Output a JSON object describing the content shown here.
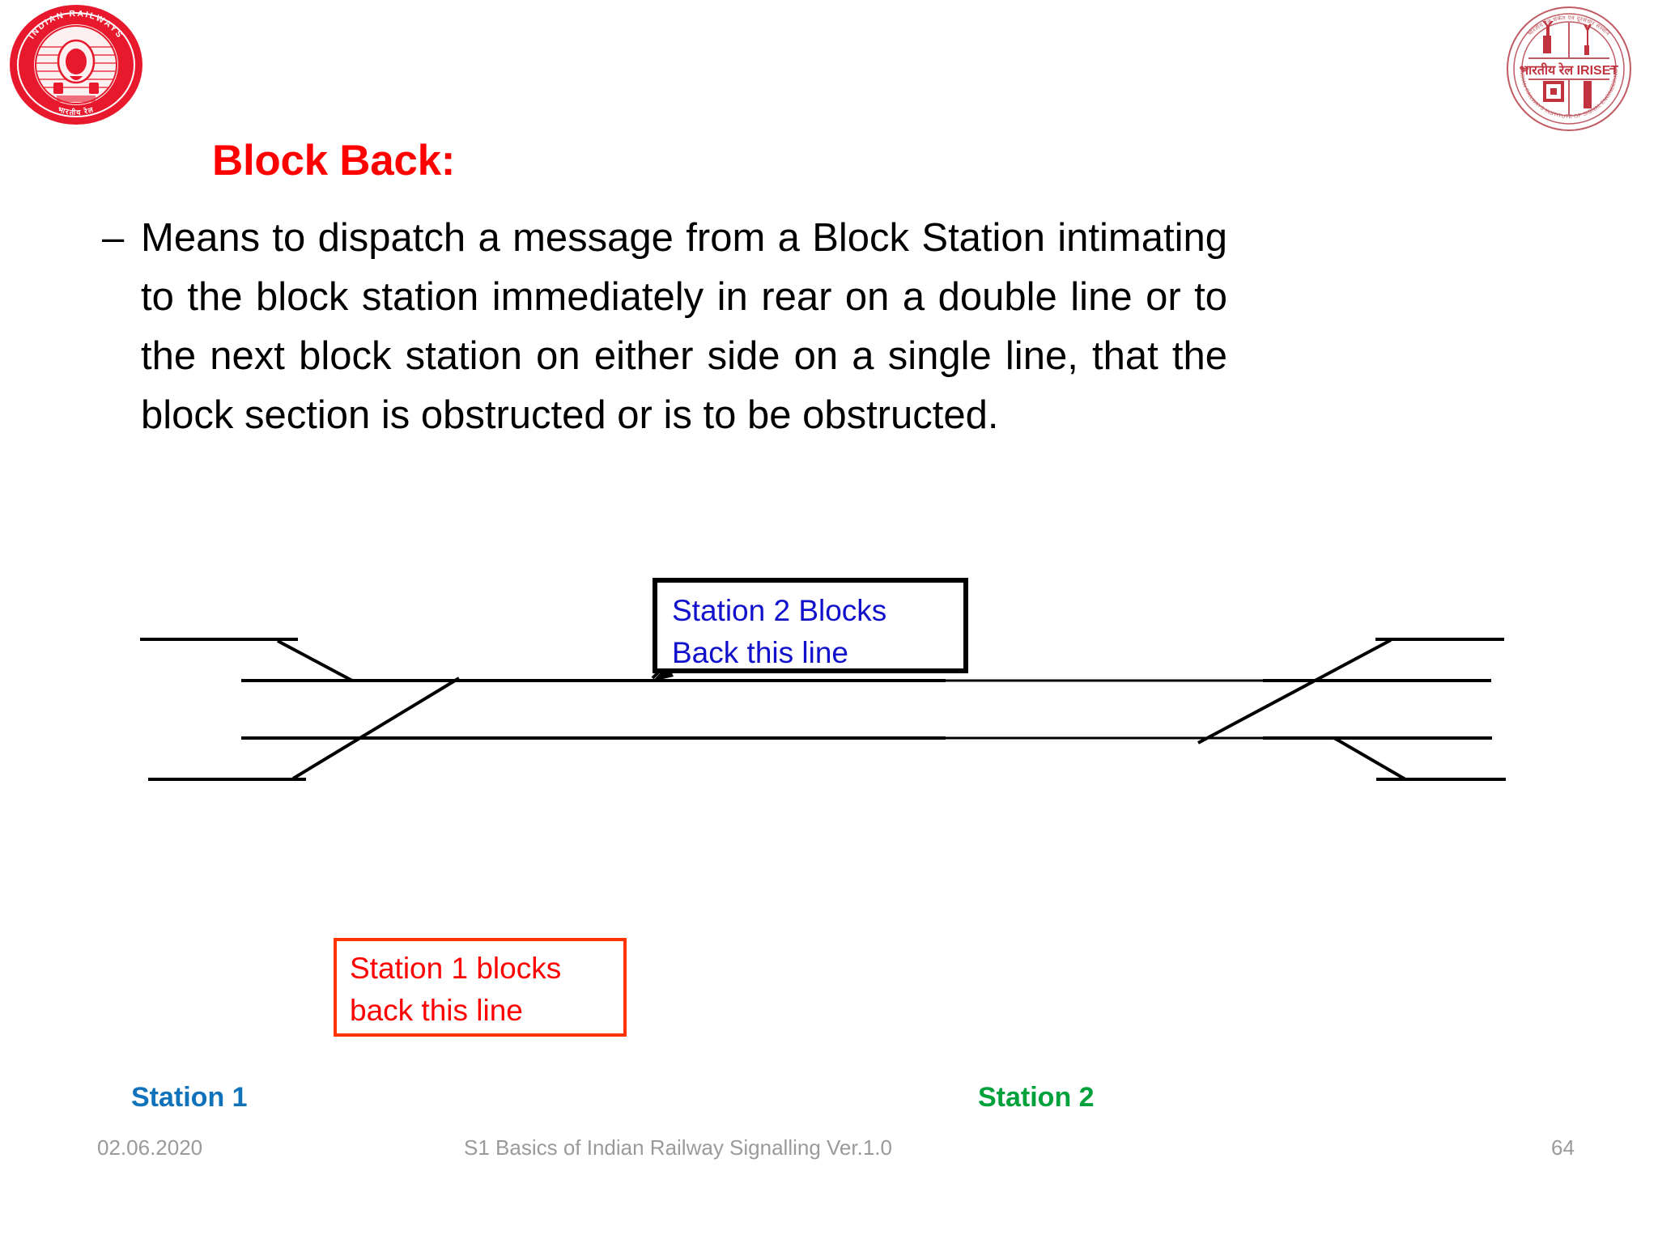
{
  "slide": {
    "title": "Block Back:",
    "title_color": "#FF0000",
    "bullet_dash": "–",
    "body": "Means to dispatch a message from a Block Station intimating to the block station immediately in rear on a double line or to the next block station on either side on a single line, that the block section is obstructed or is to be obstructed."
  },
  "logos": {
    "left": {
      "name": "indian-railways-logo",
      "text_outer_top": "INDIAN RAILWAYS",
      "text_outer_hindi": "भारतीय रेल",
      "color": "#E8192C"
    },
    "right": {
      "name": "iriset-logo",
      "text_center": "भारतीय रेल IRISET",
      "color": "#C05A63"
    }
  },
  "diagram": {
    "callout_blue": {
      "line1": "Station 2 Blocks",
      "line2": "Back this line",
      "text_color": "#1111CC",
      "border_color": "#000000"
    },
    "callout_red": {
      "line1": "Station 1 blocks",
      "line2": "back this line",
      "text_color": "#FF0000",
      "border_color": "#FF3300"
    },
    "station_left_label": "Station 1",
    "station_left_color": "#1072BA",
    "station_right_label": "Station 2",
    "station_right_color": "#00A13A",
    "track_color": "#000000"
  },
  "footer": {
    "date": "02.06.2020",
    "title": "S1 Basics of Indian Railway Signalling  Ver.1.0",
    "page": "64",
    "color": "#9A9A9A"
  }
}
